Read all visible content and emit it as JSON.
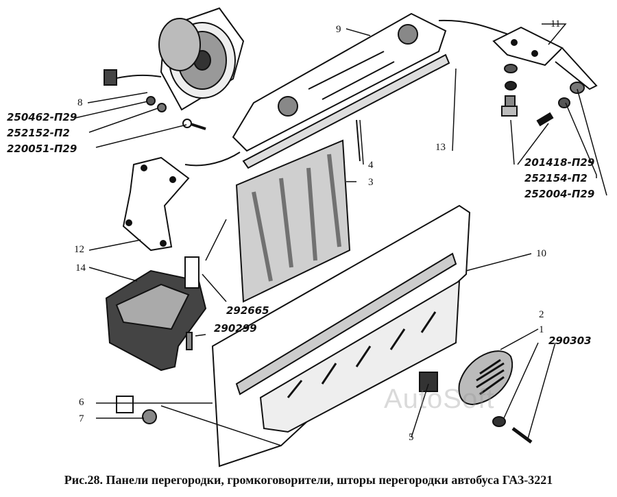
{
  "caption": "Рис.28. Панели перегородки, громкоговорители, шторы перегородки автобуса ГАЗ-3221",
  "watermark": "AutoSoft",
  "part_numbers": {
    "p250462": "250462-П29",
    "p252152": "252152-П2",
    "p220051": "220051-П29",
    "p201418": "201418-П29",
    "p252154": "252154-П2",
    "p252004": "252004-П29",
    "p292665": "292665",
    "p290299": "290299",
    "p290303": "290303"
  },
  "callouts": {
    "n1": "1",
    "n2": "2",
    "n3": "3",
    "n4": "4",
    "n5": "5",
    "n6": "6",
    "n7": "7",
    "n8": "8",
    "n9": "9",
    "n10": "10",
    "n11": "11",
    "n12": "12",
    "n13": "13",
    "n14": "14"
  }
}
